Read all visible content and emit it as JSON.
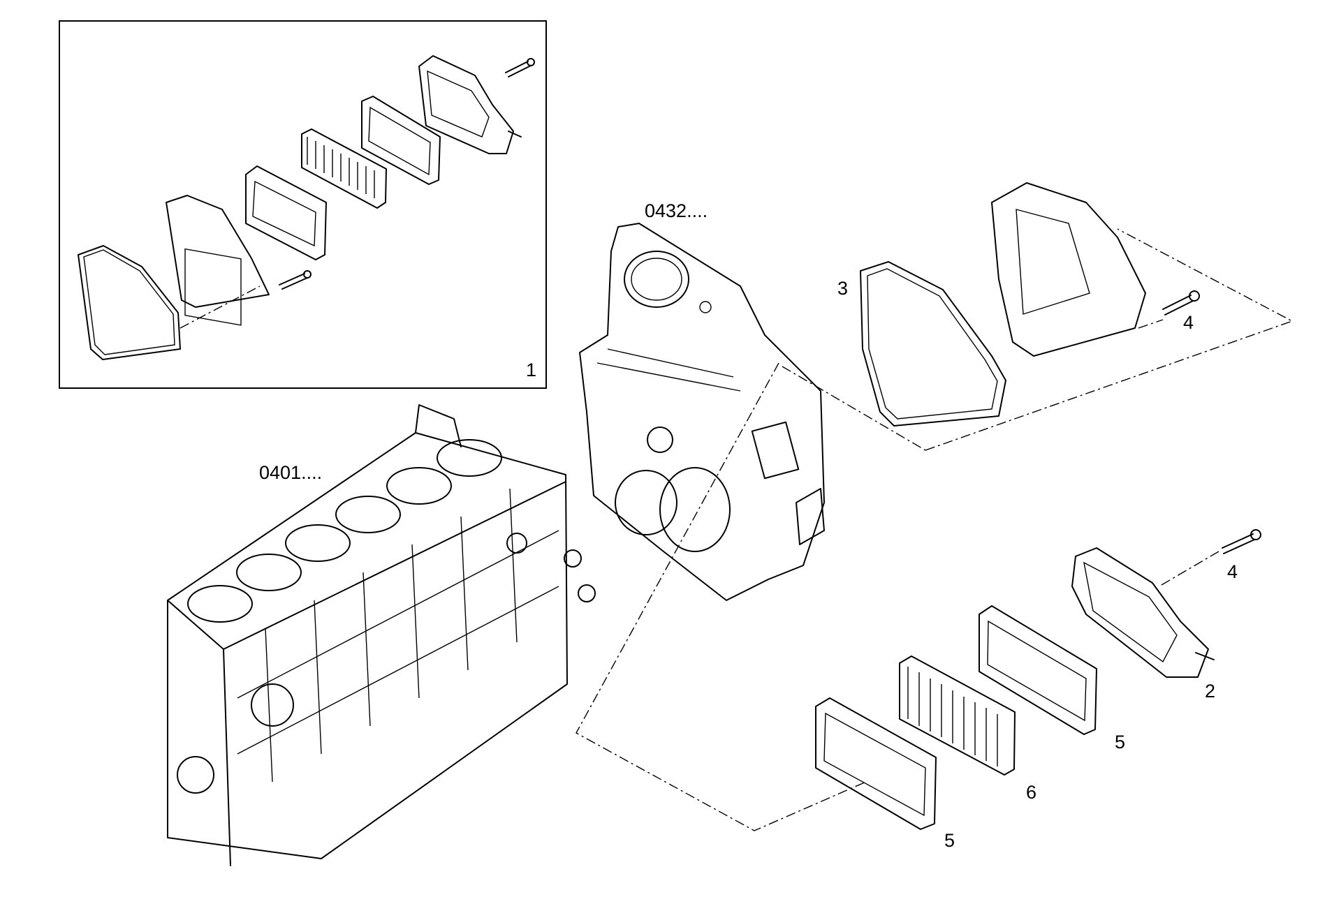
{
  "labels": {
    "inset_item": "1",
    "block_ref": "0401....",
    "housing_ref": "0432....",
    "gasket_cover": "3",
    "screw_upper": "4",
    "screw_lower": "4",
    "filter_cover": "2",
    "gasket_upper": "5",
    "filter_element": "6",
    "gasket_lower": "5"
  }
}
